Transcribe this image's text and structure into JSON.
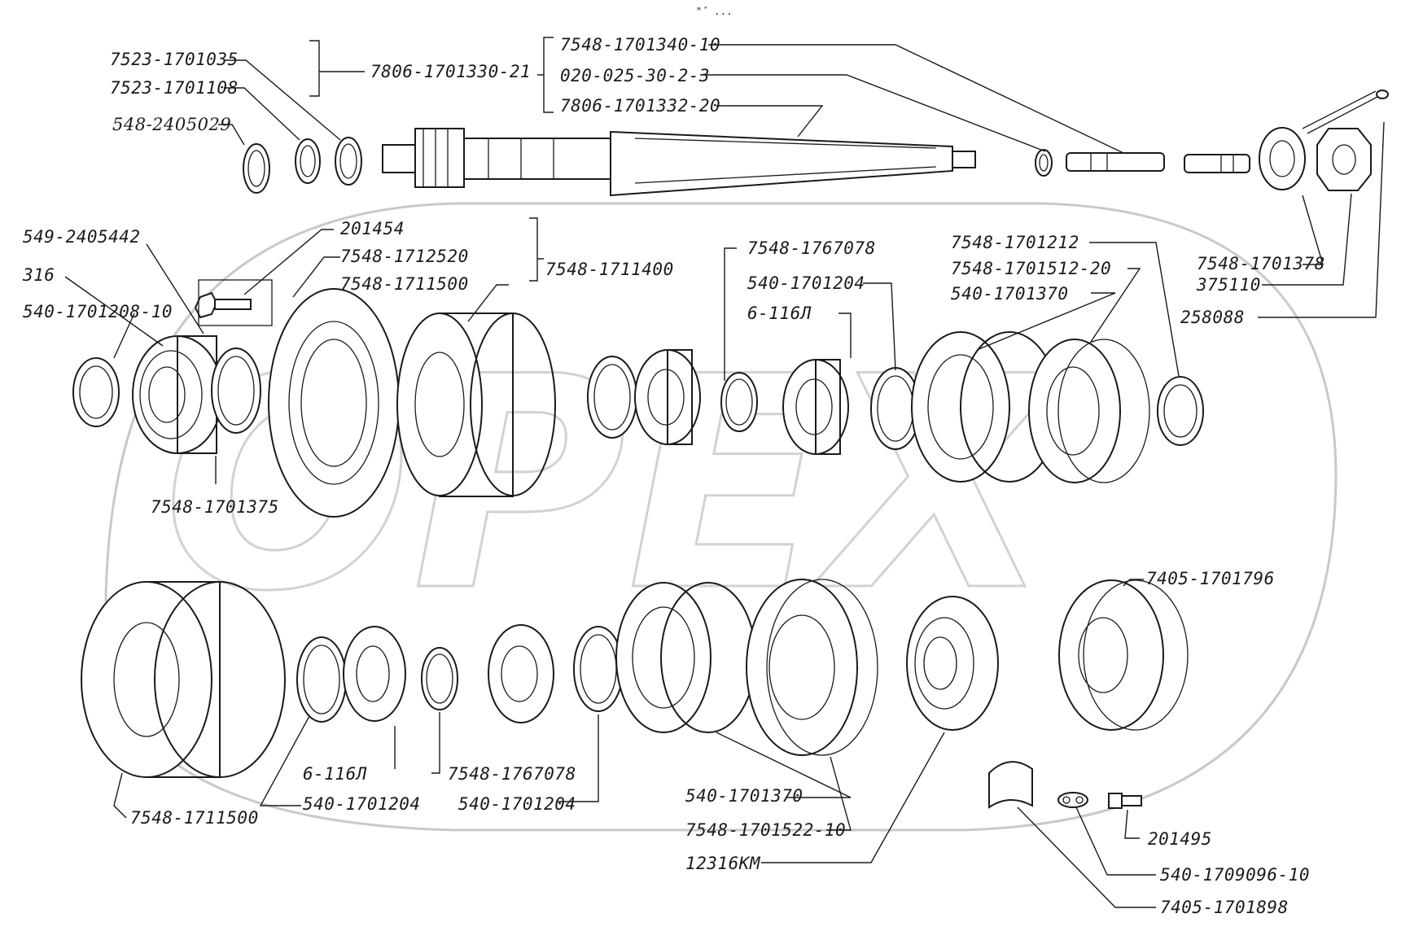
{
  "top_mark": "\"̂ ...",
  "watermark_text": "OPEX",
  "labels": {
    "l_7523_1701035": "7523-1701035",
    "l_7523_1701108": "7523-1701108",
    "l_548_2405029": "548-2405029",
    "l_7806_1701330_21": "7806-1701330-21",
    "l_7548_1701340_10": "7548-1701340-10",
    "l_020_025_30_2_3": "020-025-30-2-3",
    "l_7806_1701332_20": "7806-1701332-20",
    "l_549_2405442": "549-2405442",
    "l_316": "316",
    "l_540_1701208_10": "540-1701208-10",
    "l_201454": "201454",
    "l_7548_1712520": "7548-1712520",
    "l_7548_1711500_a": "7548-1711500",
    "l_7548_1711400": "7548-1711400",
    "l_7548_1767078_a": "7548-1767078",
    "l_540_1701204_a": "540-1701204",
    "l_6_116L_a": "6-116Л",
    "l_7548_1701212": "7548-1701212",
    "l_7548_1701512_20": "7548-1701512-20",
    "l_540_1701370_a": "540-1701370",
    "l_7548_1701378": "7548-1701378",
    "l_375110": "375110",
    "l_258088": "258088",
    "l_7548_1701375": "7548-1701375",
    "l_7405_1701796": "7405-1701796",
    "l_6_116L_b": "6-116Л",
    "l_7548_1767078_b": "7548-1767078",
    "l_540_1701204_b": "540-1701204",
    "l_540_1701204_c": "540-1701204",
    "l_7548_1711500_b": "7548-1711500",
    "l_540_1701370_b": "540-1701370",
    "l_7548_1701522_10": "7548-1701522-10",
    "l_12316KM": "12316КМ",
    "l_201495": "201495",
    "l_540_1709096_10": "540-1709096-10",
    "l_7405_1701898": "7405-1701898"
  }
}
